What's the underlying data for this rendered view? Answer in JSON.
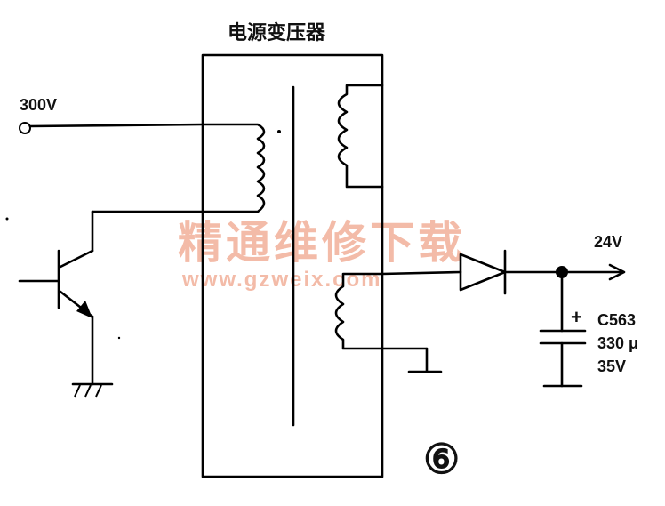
{
  "title": "电源变压器",
  "input_voltage": "300V",
  "output_voltage": "24V",
  "capacitor": {
    "name": "C563",
    "capacitance": "330 μ",
    "rating": "35V",
    "polarity": "+"
  },
  "figure_number": "⑥",
  "watermark": {
    "text": "精通维修下载",
    "url": "www.gzweix.com"
  }
}
